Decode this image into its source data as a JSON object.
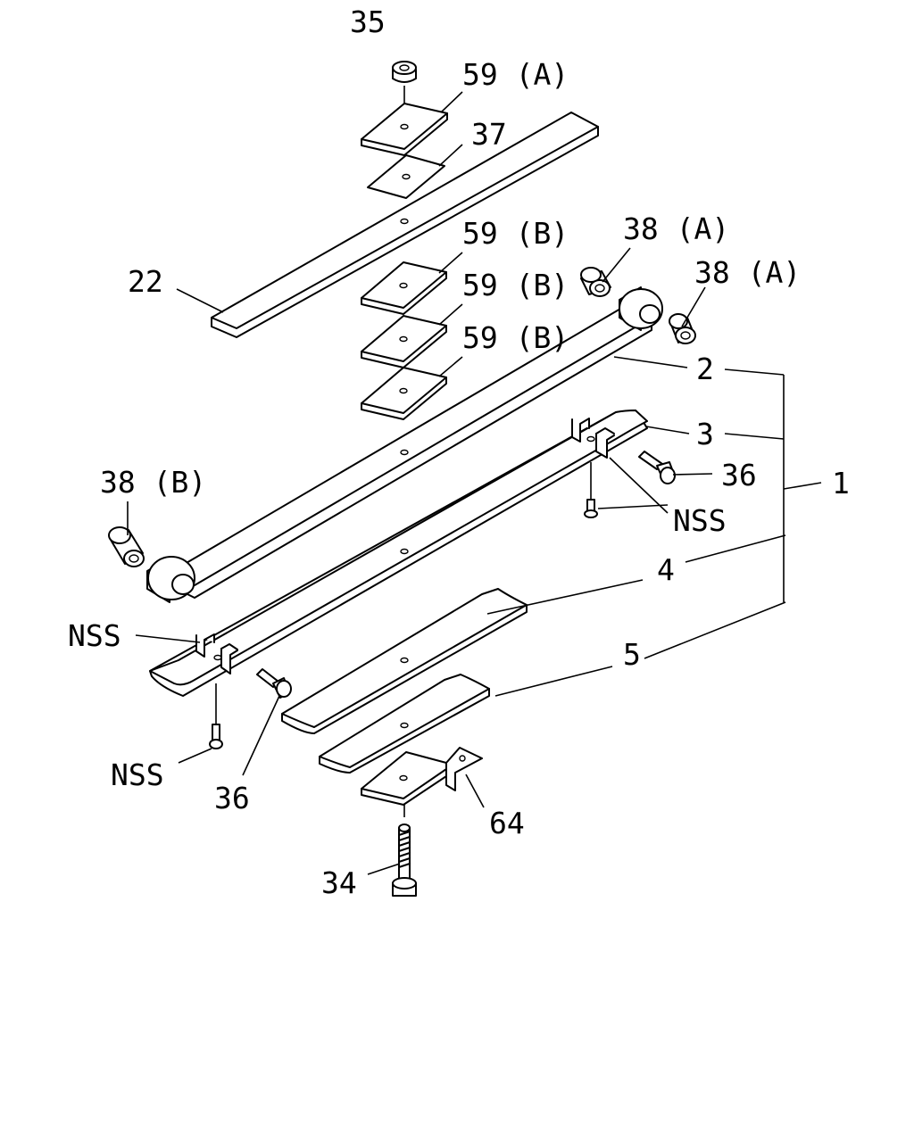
{
  "callouts": {
    "c35": "35",
    "c59a": "59 (A)",
    "c37": "37",
    "c22": "22",
    "c59b_1": "59 (B)",
    "c59b_2": "59 (B)",
    "c59b_3": "59 (B)",
    "c38a_1": "38 (A)",
    "c38a_2": "38 (A)",
    "c2": "2",
    "c3": "3",
    "c36_right": "36",
    "c1": "1",
    "c38b": "38 (B)",
    "c_nss_right": "NSS",
    "c4": "4",
    "c_nss_left_top": "NSS",
    "c5": "5",
    "c_nss_left_bottom": "NSS",
    "c36_left": "36",
    "c64": "64",
    "c34": "34"
  }
}
